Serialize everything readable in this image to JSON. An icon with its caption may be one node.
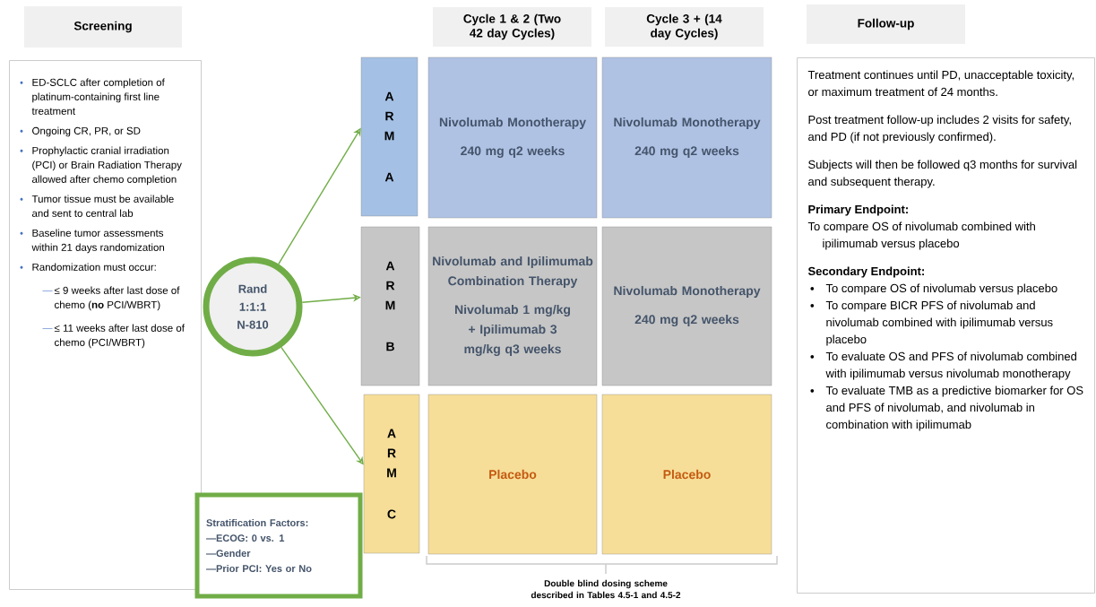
{
  "diagram": {
    "nodes": [
      {
        "text": [
          "Screening"
        ]
      },
      {
        "text": [
          "ED-SCLC after completion of platinum-containing first line treatment",
          "Ongoing CR, PR, or SD",
          "Prophylactic cranial irradiation (PCI) or Brain Radiation Therapy allowed after chemo completion",
          "Tumor tissue must be available and sent to central lab",
          "Baseline tumor assessments within 21 days randomization",
          "Randomization must occur:",
          "≤ 9 weeks after last dose of chemo (**no** PCI/WBRT)",
          "≤ 11 weeks after last dose of chemo (PCI/WBRT)"
        ]
      },
      {
        "text": [
          "Cycle 1 & 2 (Two 42 day Cycles)"
        ]
      },
      {
        "text": [
          "Cycle 3 + (14 day Cycles)"
        ]
      },
      {
        "text": [
          "Follow-up"
        ]
      },
      {
        "text": [
          "Treatment continues until PD, unacceptable toxicity, or maximum treatment of 24 months.",
          "Post treatment follow-up includes 2 visits for safety, and PD (if not previously confirmed).",
          "Subjects will then be followed q3 months for survival and subsequent therapy.",
          "Primary Endpoint:",
          "To compare OS of nivolumab combined with ipilimumab versus placebo",
          "Secondary Endpoint:",
          "To compare OS of nivolumab versus placebo",
          "To compare BICR PFS of nivolumab and nivolumab combined with ipilimumab versus placebo",
          "To evaluate OS and PFS of nivolumab combined with ipilimumab versus nivolumab monotherapy",
          "To evaluate TMB as a predictive biomarker for OS and PFS of nivolumab, and nivolumab in  combination with ipilimumab"
        ]
      },
      {
        "text": [
          "Rand 1:1:1 N-810"
        ]
      },
      {
        "text": [
          "A",
          "R",
          "M",
          "A"
        ]
      },
      {
        "text": [
          "Nivolumab Monotherapy",
          "240 mg q2 weeks"
        ]
      },
      {
        "text": [
          "Nivolumab Monotherapy",
          "240 mg q2 weeks"
        ]
      },
      {
        "text": [
          "A",
          "R",
          "M",
          "B"
        ]
      },
      {
        "text": [
          "Nivolumab and Ipilimumab Combination Therapy",
          "Nivolumab 1 mg/kg + Ipilimumab 3 mg/kg q3 weeks"
        ]
      },
      {
        "text": [
          "Nivolumab Monotherapy",
          "240 mg q2 weeks"
        ]
      },
      {
        "text": [
          "A",
          "R",
          "M",
          "C"
        ]
      },
      {
        "text": [
          "Placebo"
        ]
      },
      {
        "text": [
          "Placebo"
        ]
      },
      {
        "text": [
          "Stratification Factors:",
          "—ECOG: 0 vs. 1",
          "—Gender",
          "—Prior PCI:  Yes or No"
        ]
      }
    ],
    "edges": [
      {
        "from": 6,
        "to": 7,
        "arrow": "to"
      },
      {
        "from": 6,
        "to": 10,
        "arrow": "to"
      },
      {
        "from": 6,
        "to": 13,
        "arrow": "to"
      }
    ],
    "labels": [
      "Double blind dosing scheme described in Tables 4.5-1 and 4.5-2"
    ]
  }
}
